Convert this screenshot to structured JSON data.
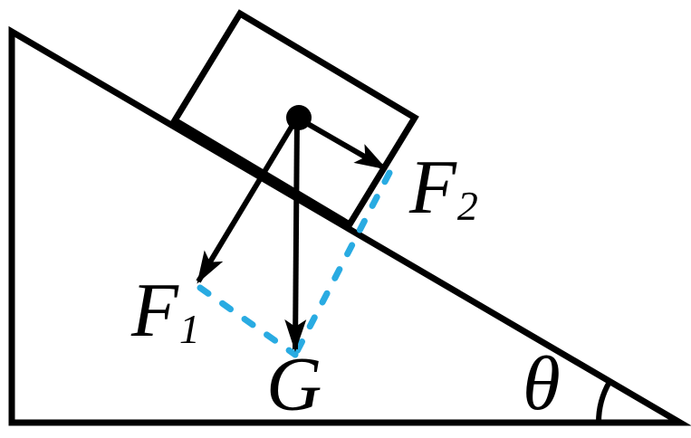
{
  "labels": {
    "f1": {
      "base": "F",
      "sub": "1"
    },
    "f2": {
      "base": "F",
      "sub": "2"
    },
    "g": "G",
    "theta": "θ"
  },
  "colors": {
    "line": "#000000",
    "dashed": "#29abe2",
    "background": "#ffffff"
  }
}
